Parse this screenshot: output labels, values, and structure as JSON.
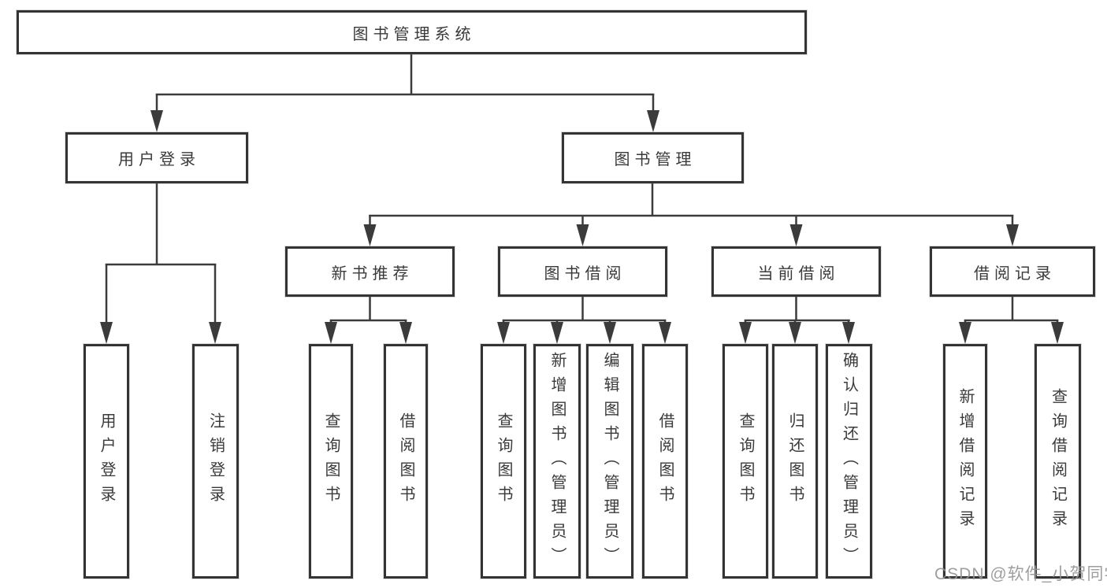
{
  "diagram": {
    "root": {
      "label": "图书管理系统"
    },
    "level2": [
      {
        "label": "用户登录"
      },
      {
        "label": "图书管理"
      }
    ],
    "level3": [
      {
        "label": "新书推荐"
      },
      {
        "label": "图书借阅"
      },
      {
        "label": "当前借阅"
      },
      {
        "label": "借阅记录"
      }
    ],
    "leaves": {
      "user_login": [
        "用户登录",
        "注销登录"
      ],
      "new_book": [
        "查询图书",
        "借阅图书"
      ],
      "book_borrow": [
        "查询图书",
        "新增图书（管理员）",
        "编辑图书（管理员）",
        "借阅图书"
      ],
      "current_borrow": [
        "查询图书",
        "归还图书",
        "确认归还（管理员）"
      ],
      "borrow_records": [
        "新增借阅记录",
        "查询借阅记录"
      ]
    }
  },
  "watermark": {
    "text": "CSDN @软件_小贺同学"
  },
  "colors": {
    "line": "#3b3b3b",
    "box_border": "#343434",
    "text": "#3a3a3a",
    "watermark": "#949494"
  }
}
